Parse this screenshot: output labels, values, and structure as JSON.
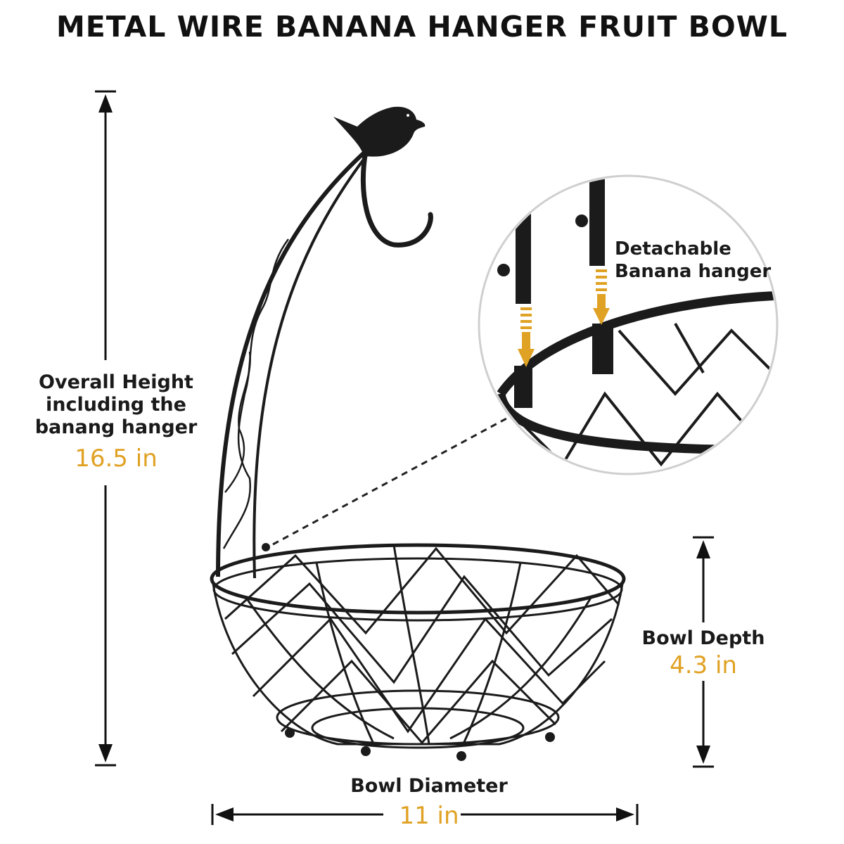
{
  "title": "METAL WIRE BANANA HANGER FRUIT BOWL",
  "overall_height": {
    "label_lines": [
      "Overall Height",
      "including the",
      "banang hanger"
    ],
    "value": "16.5 in"
  },
  "bowl_depth": {
    "label": "Bowl Depth",
    "value": "4.3 in"
  },
  "bowl_diameter": {
    "label": "Bowl Diameter",
    "value": "11 in"
  },
  "detail_callout": {
    "label_lines": [
      "Detachable",
      "Banana hanger"
    ]
  },
  "colors": {
    "accent": "#e0a224",
    "wire": "#1b1b1b",
    "text": "#1a1a1a"
  },
  "icons": [
    "bird-ornament-icon",
    "hook-icon",
    "dimension-arrow-icon"
  ]
}
